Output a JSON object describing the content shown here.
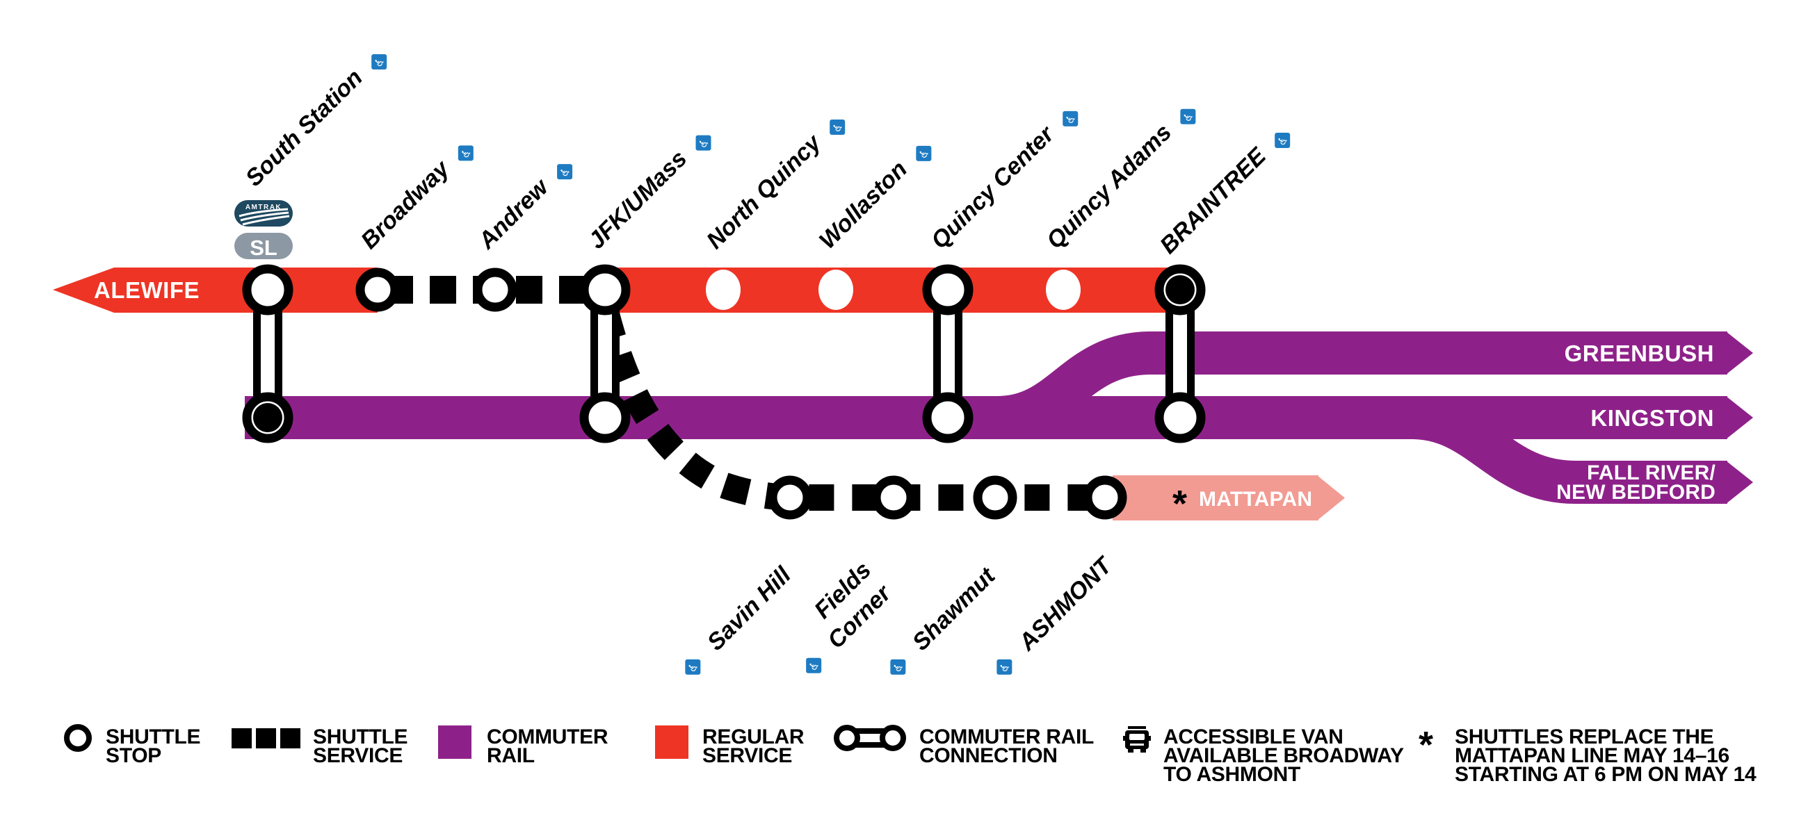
{
  "colors": {
    "red_line": "#EE3424",
    "commuter_purple": "#8E2189",
    "mattapan_pink": "#F29B93",
    "accessible_blue": "#1E7BC2",
    "amtrak_navy": "#1E4960",
    "silver_gray": "#8C98A3",
    "black": "#000000",
    "white": "#FFFFFF"
  },
  "icons": {
    "accessible_glyph": "♿"
  },
  "map": {
    "alewife_label": "ALEWIFE",
    "red_stations": [
      {
        "name": "South Station"
      },
      {
        "name": "Broadway"
      },
      {
        "name": "Andrew"
      },
      {
        "name": "JFK/UMass"
      },
      {
        "name": "North Quincy"
      },
      {
        "name": "Wollaston"
      },
      {
        "name": "Quincy Center"
      },
      {
        "name": "Quincy Adams"
      },
      {
        "name": "BRAINTREE"
      }
    ],
    "ashmont_stations": [
      {
        "name": "Savin Hill"
      },
      {
        "name_line1": "Fields",
        "name_line2": "Corner"
      },
      {
        "name": "Shawmut"
      },
      {
        "name": "ASHMONT"
      }
    ],
    "mattapan": {
      "asterisk": "*",
      "label": "MATTAPAN"
    },
    "commuter_rail": {
      "greenbush": "GREENBUSH",
      "kingston": "KINGSTON",
      "fall_river_line1": "FALL RIVER/",
      "fall_river_line2": "NEW BEDFORD"
    },
    "badges": {
      "amtrak": "AMTRAK",
      "silver_line": "SL"
    }
  },
  "legend": {
    "items": [
      {
        "icon": "shuttle-stop-circle",
        "lines": [
          "SHUTTLE",
          "STOP"
        ]
      },
      {
        "icon": "shuttle-service-dashes",
        "lines": [
          "SHUTTLE",
          "SERVICE"
        ]
      },
      {
        "icon": "commuter-rail-swatch",
        "lines": [
          "COMMUTER",
          "RAIL"
        ]
      },
      {
        "icon": "regular-service-swatch",
        "lines": [
          "REGULAR",
          "SERVICE"
        ]
      },
      {
        "icon": "commuter-rail-connection",
        "lines": [
          "COMMUTER RAIL",
          "CONNECTION"
        ]
      },
      {
        "icon": "accessible-van",
        "lines": [
          "ACCESSIBLE VAN",
          "AVAILABLE BROADWAY",
          "TO ASHMONT"
        ]
      },
      {
        "icon": "asterisk",
        "lines": [
          "SHUTTLES REPLACE THE",
          "MATTAPAN LINE MAY 14–16",
          "STARTING AT 6 PM ON MAY 14"
        ]
      }
    ]
  }
}
